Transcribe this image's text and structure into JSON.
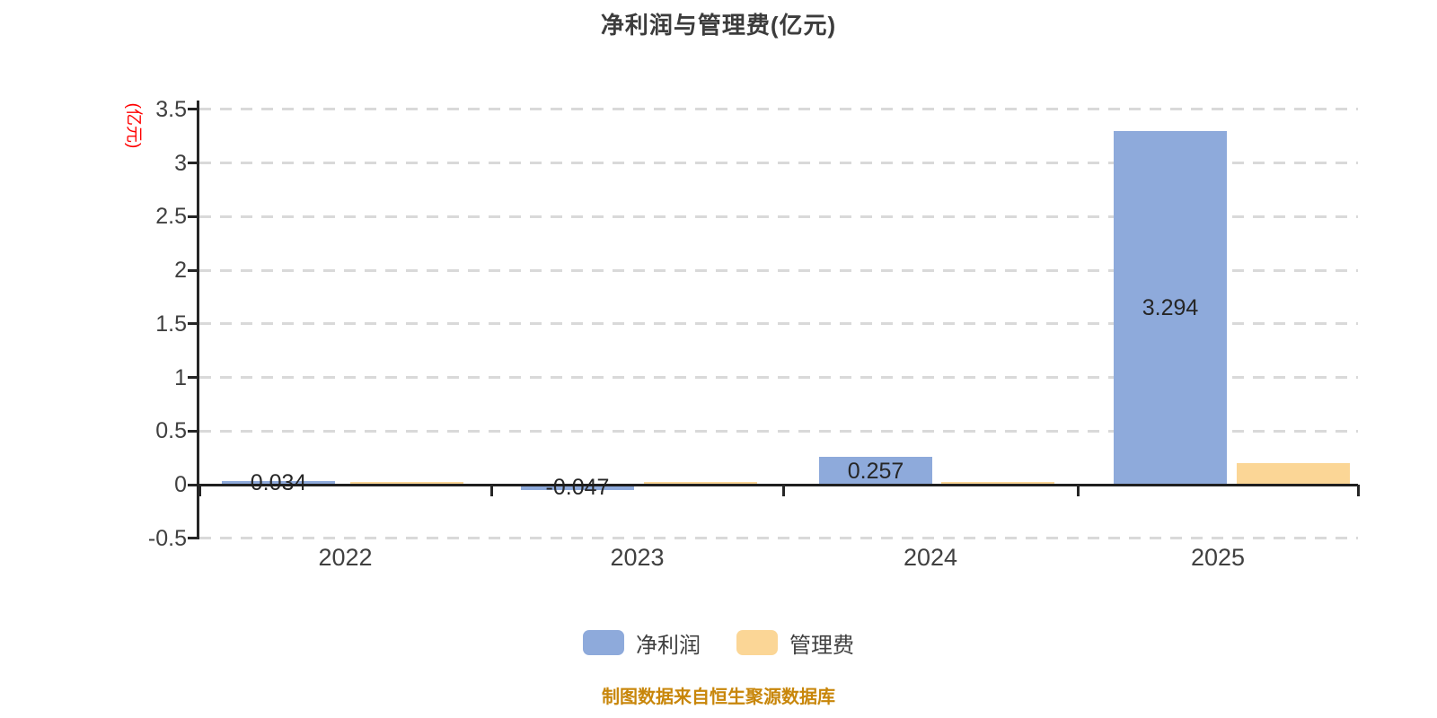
{
  "title": "净利润与管理费(亿元)",
  "y_axis": {
    "label": "(亿元)",
    "label_color": "#FF0000",
    "ticks": [
      "3.5",
      "3",
      "2.5",
      "2",
      "1.5",
      "1",
      "0.5",
      "0",
      "-0.5"
    ],
    "min": -0.5,
    "max": 3.5,
    "step": 0.5
  },
  "x_axis": {
    "categories": [
      "2022",
      "2023",
      "2024",
      "2025"
    ]
  },
  "legend": [
    {
      "label": "净利润",
      "color": "#8EAADB"
    },
    {
      "label": "管理费",
      "color": "#FBD696"
    }
  ],
  "footer": {
    "text": "制图数据来自恒生聚源数据库",
    "color": "#C8860A"
  },
  "chart_data": {
    "type": "bar",
    "title": "净利润与管理费(亿元)",
    "ylabel": "(亿元)",
    "ylim": [
      -0.5,
      3.5
    ],
    "grid": "dashed horizontal gridlines, solid zero axis",
    "legend_position": "bottom",
    "categories": [
      "2022",
      "2023",
      "2024",
      "2025"
    ],
    "series": [
      {
        "name": "净利润",
        "color": "#8EAADB",
        "values": [
          0.034,
          -0.047,
          0.257,
          3.294
        ],
        "labels": [
          "0.034",
          "-0.047",
          "0.257",
          "3.294"
        ]
      },
      {
        "name": "管理费",
        "color": "#FBD696",
        "values": [
          0.008,
          0.012,
          0.018,
          0.2
        ],
        "labels": [
          "",
          "",
          "",
          ""
        ]
      }
    ]
  }
}
